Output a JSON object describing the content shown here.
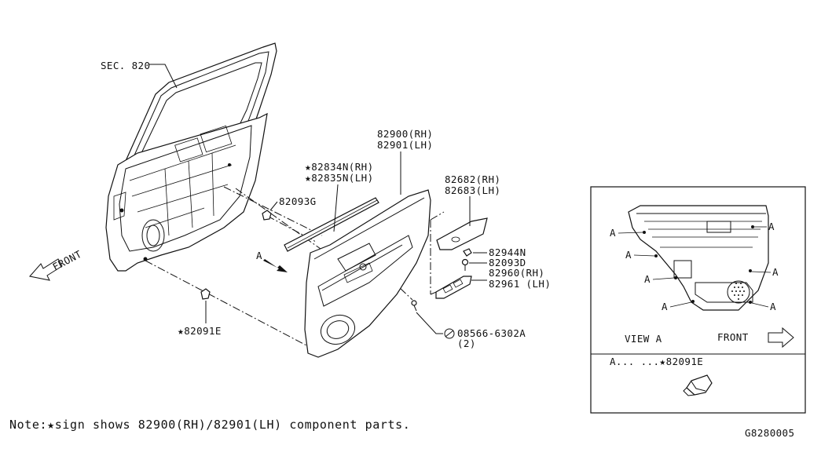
{
  "labels": {
    "sec_820": "SEC. 820",
    "p82900": "82900(RH)",
    "p82901": "82901(LH)",
    "p82834n": "82834N(RH)",
    "p82835n": "82835N(LH)",
    "p82682": "82682(RH)",
    "p82683": "82683(LH)",
    "p82093g": "82093G",
    "p82944n": "82944N",
    "p82093d": "82093D",
    "p82960": "82960(RH)",
    "p82961": "82961 (LH)",
    "p08566": "08566-6302A",
    "p08566_qty": "(2)",
    "p82091e": "82091E",
    "front_main": "FRONT",
    "arrow_a": "A"
  },
  "view_a": {
    "title": "VIEW A",
    "front": "FRONT",
    "legend_prefix": "A... ...",
    "legend_part": "82091E",
    "callout": "A"
  },
  "note": {
    "prefix": "Note:",
    "text": "sign shows 82900(RH)/82901(LH) component parts."
  },
  "code": "G8280005"
}
